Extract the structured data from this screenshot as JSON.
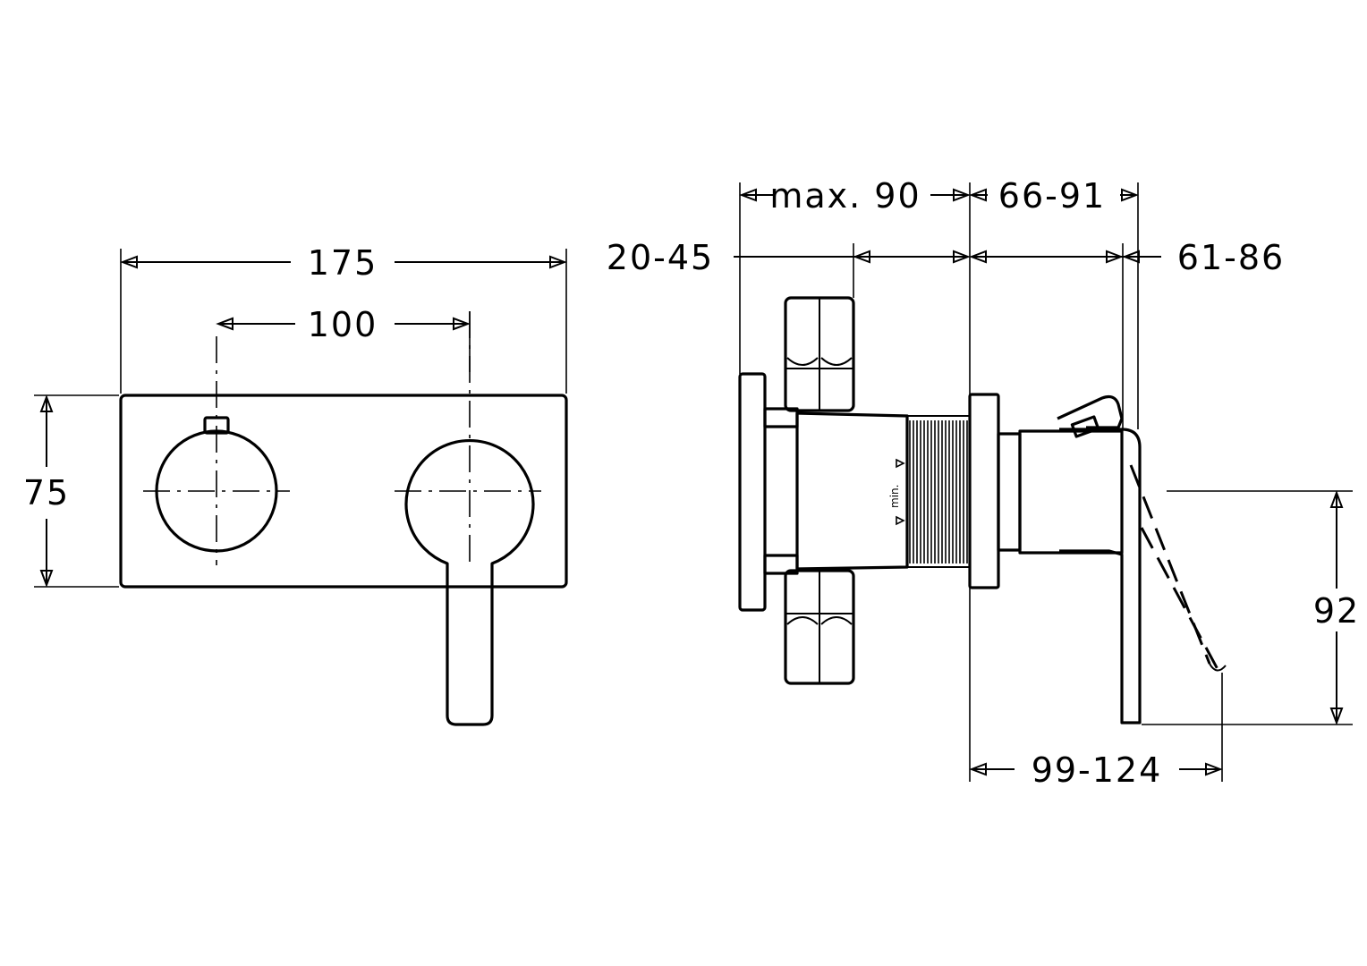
{
  "front_view": {
    "width_label": "175",
    "spacing_label": "100",
    "height_label": "75"
  },
  "side_view": {
    "max_depth_label": "max. 90",
    "range_66_91_label": "66-91",
    "range_20_45_label": "20-45",
    "range_61_86_label": "61-86",
    "lever_height_label": "92",
    "range_99_124_label": "99-124"
  },
  "body_marking": "min."
}
